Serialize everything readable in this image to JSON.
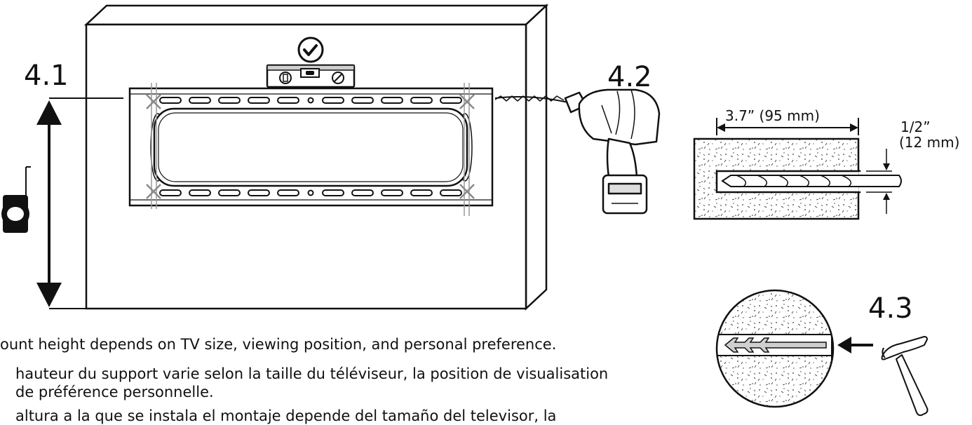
{
  "steps": {
    "s41": "4.1",
    "s42": "4.2",
    "s43": "4.3"
  },
  "dimensions": {
    "depth": "3.7” (95 mm)",
    "diameter_in": "1/2”",
    "diameter_mm": "(12 mm)"
  },
  "notes": {
    "en": "ount height depends on TV size, viewing position, and personal preference.",
    "fr_1": "hauteur du support varie selon la taille du téléviseur, la position de visualisation",
    "fr_2": "de préférence personnelle.",
    "es_1": "altura a la que se instala el montaje depende del tamaño del televisor, la"
  },
  "icons": {
    "check": "check-circle-icon",
    "level": "spirit-level-icon",
    "drill": "power-drill-icon",
    "hammer": "hammer-icon",
    "tape": "tape-measure-icon"
  }
}
